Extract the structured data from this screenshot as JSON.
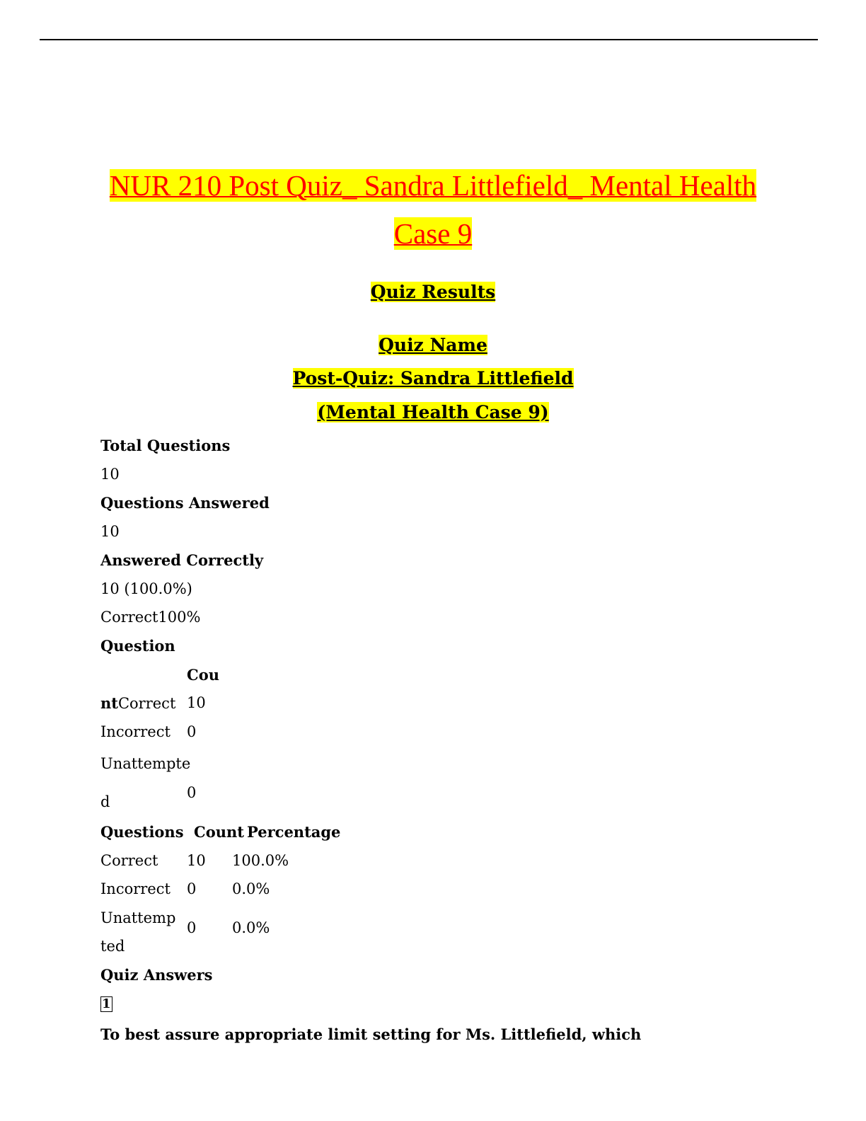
{
  "title": {
    "line1": "NUR 210 Post Quiz_ Sandra Littlefield_ Mental Health",
    "line2": "Case 9"
  },
  "quiz_results_heading": "Quiz Results",
  "quiz_name_label": "Quiz Name",
  "quiz_name_line1": "Post-Quiz: Sandra Littlefield",
  "quiz_name_line2": "(Mental Health Case 9)",
  "total_questions_label": "Total Questions",
  "total_questions_value": "10",
  "questions_answered_label": "Questions Answered",
  "questions_answered_value": "10",
  "answered_correctly_label": "Answered Correctly",
  "answered_correctly_value": "10 (100.0%)",
  "correct_summary": "Correct100%",
  "table1": {
    "header_question": "Question",
    "header_count_a": "Cou",
    "header_count_b": "nt",
    "rows": [
      {
        "label": "Correct",
        "count": "10"
      },
      {
        "label": "Incorrect",
        "count": "0"
      },
      {
        "label_a": "Unattempte",
        "label_b": "d",
        "count": "0"
      }
    ]
  },
  "table2": {
    "headers": [
      "Questions",
      "Count",
      "Percentage"
    ],
    "rows": [
      {
        "label": "Correct",
        "count": "10",
        "pct": "100.0%"
      },
      {
        "label": "Incorrect",
        "count": "0",
        "pct": "0.0%"
      },
      {
        "label_a": "Unattemp",
        "label_b": "ted",
        "count": "0",
        "pct": "0.0%"
      }
    ]
  },
  "quiz_answers_label": "Quiz Answers",
  "question_number": "1",
  "question_text": "To best assure appropriate limit setting for Ms. Littlefield, which"
}
